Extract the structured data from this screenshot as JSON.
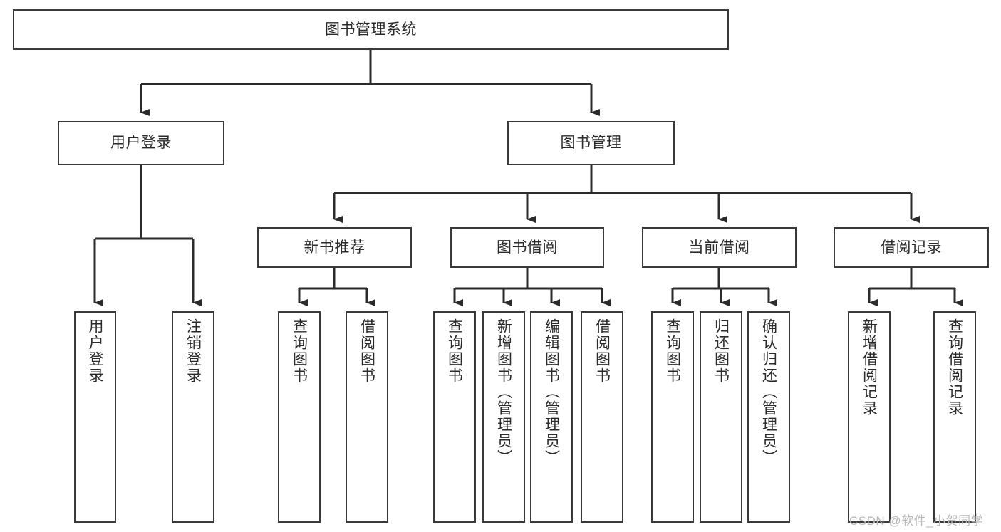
{
  "diagram": {
    "type": "tree-hierarchy",
    "title": "图书管理系统",
    "orientation": "top-down",
    "colors": {
      "box_border": "#3a3a3a",
      "box_fill": "#ffffff",
      "connector": "#2b2b2b",
      "text": "#2b2b2b",
      "watermark": "#b8b8b8",
      "background": "#ffffff"
    },
    "nodes": {
      "root": {
        "label": "图书管理系统",
        "level": 1,
        "orientation": "horizontal"
      },
      "l2": [
        {
          "id": "user-login",
          "label": "用户登录",
          "level": 2,
          "orientation": "horizontal"
        },
        {
          "id": "book-manage",
          "label": "图书管理",
          "level": 2,
          "orientation": "horizontal"
        }
      ],
      "l3": [
        {
          "id": "new-book-rec",
          "label": "新书推荐",
          "level": 3,
          "orientation": "horizontal"
        },
        {
          "id": "book-borrow",
          "label": "图书借阅",
          "level": 3,
          "orientation": "horizontal"
        },
        {
          "id": "current-borrow",
          "label": "当前借阅",
          "level": 3,
          "orientation": "horizontal"
        },
        {
          "id": "borrow-record",
          "label": "借阅记录",
          "level": 3,
          "orientation": "horizontal"
        }
      ],
      "leaves": [
        {
          "id": "leaf-user-login",
          "label": "用户登录",
          "parent": "user-login",
          "orientation": "vertical"
        },
        {
          "id": "leaf-logout",
          "label": "注销登录",
          "parent": "user-login",
          "orientation": "vertical"
        },
        {
          "id": "leaf-query-book-1",
          "label": "查询图书",
          "parent": "new-book-rec",
          "orientation": "vertical"
        },
        {
          "id": "leaf-borrow-book-1",
          "label": "借阅图书",
          "parent": "new-book-rec",
          "orientation": "vertical"
        },
        {
          "id": "leaf-query-book-2",
          "label": "查询图书",
          "parent": "book-borrow",
          "orientation": "vertical"
        },
        {
          "id": "leaf-add-book",
          "label": "新增图书（管理员）",
          "parent": "book-borrow",
          "orientation": "vertical"
        },
        {
          "id": "leaf-edit-book",
          "label": "编辑图书（管理员）",
          "parent": "book-borrow",
          "orientation": "vertical"
        },
        {
          "id": "leaf-borrow-book-2",
          "label": "借阅图书",
          "parent": "book-borrow",
          "orientation": "vertical"
        },
        {
          "id": "leaf-query-book-3",
          "label": "查询图书",
          "parent": "current-borrow",
          "orientation": "vertical"
        },
        {
          "id": "leaf-return-book",
          "label": "归还图书",
          "parent": "current-borrow",
          "orientation": "vertical"
        },
        {
          "id": "leaf-confirm-return",
          "label": "确认归还（管理员）",
          "parent": "current-borrow",
          "orientation": "vertical"
        },
        {
          "id": "leaf-add-record",
          "label": "新增借阅记录",
          "parent": "borrow-record",
          "orientation": "vertical"
        },
        {
          "id": "leaf-query-record",
          "label": "查询借阅记录",
          "parent": "borrow-record",
          "orientation": "vertical"
        }
      ]
    },
    "watermark": "CSDN @软件_小贺同学"
  }
}
